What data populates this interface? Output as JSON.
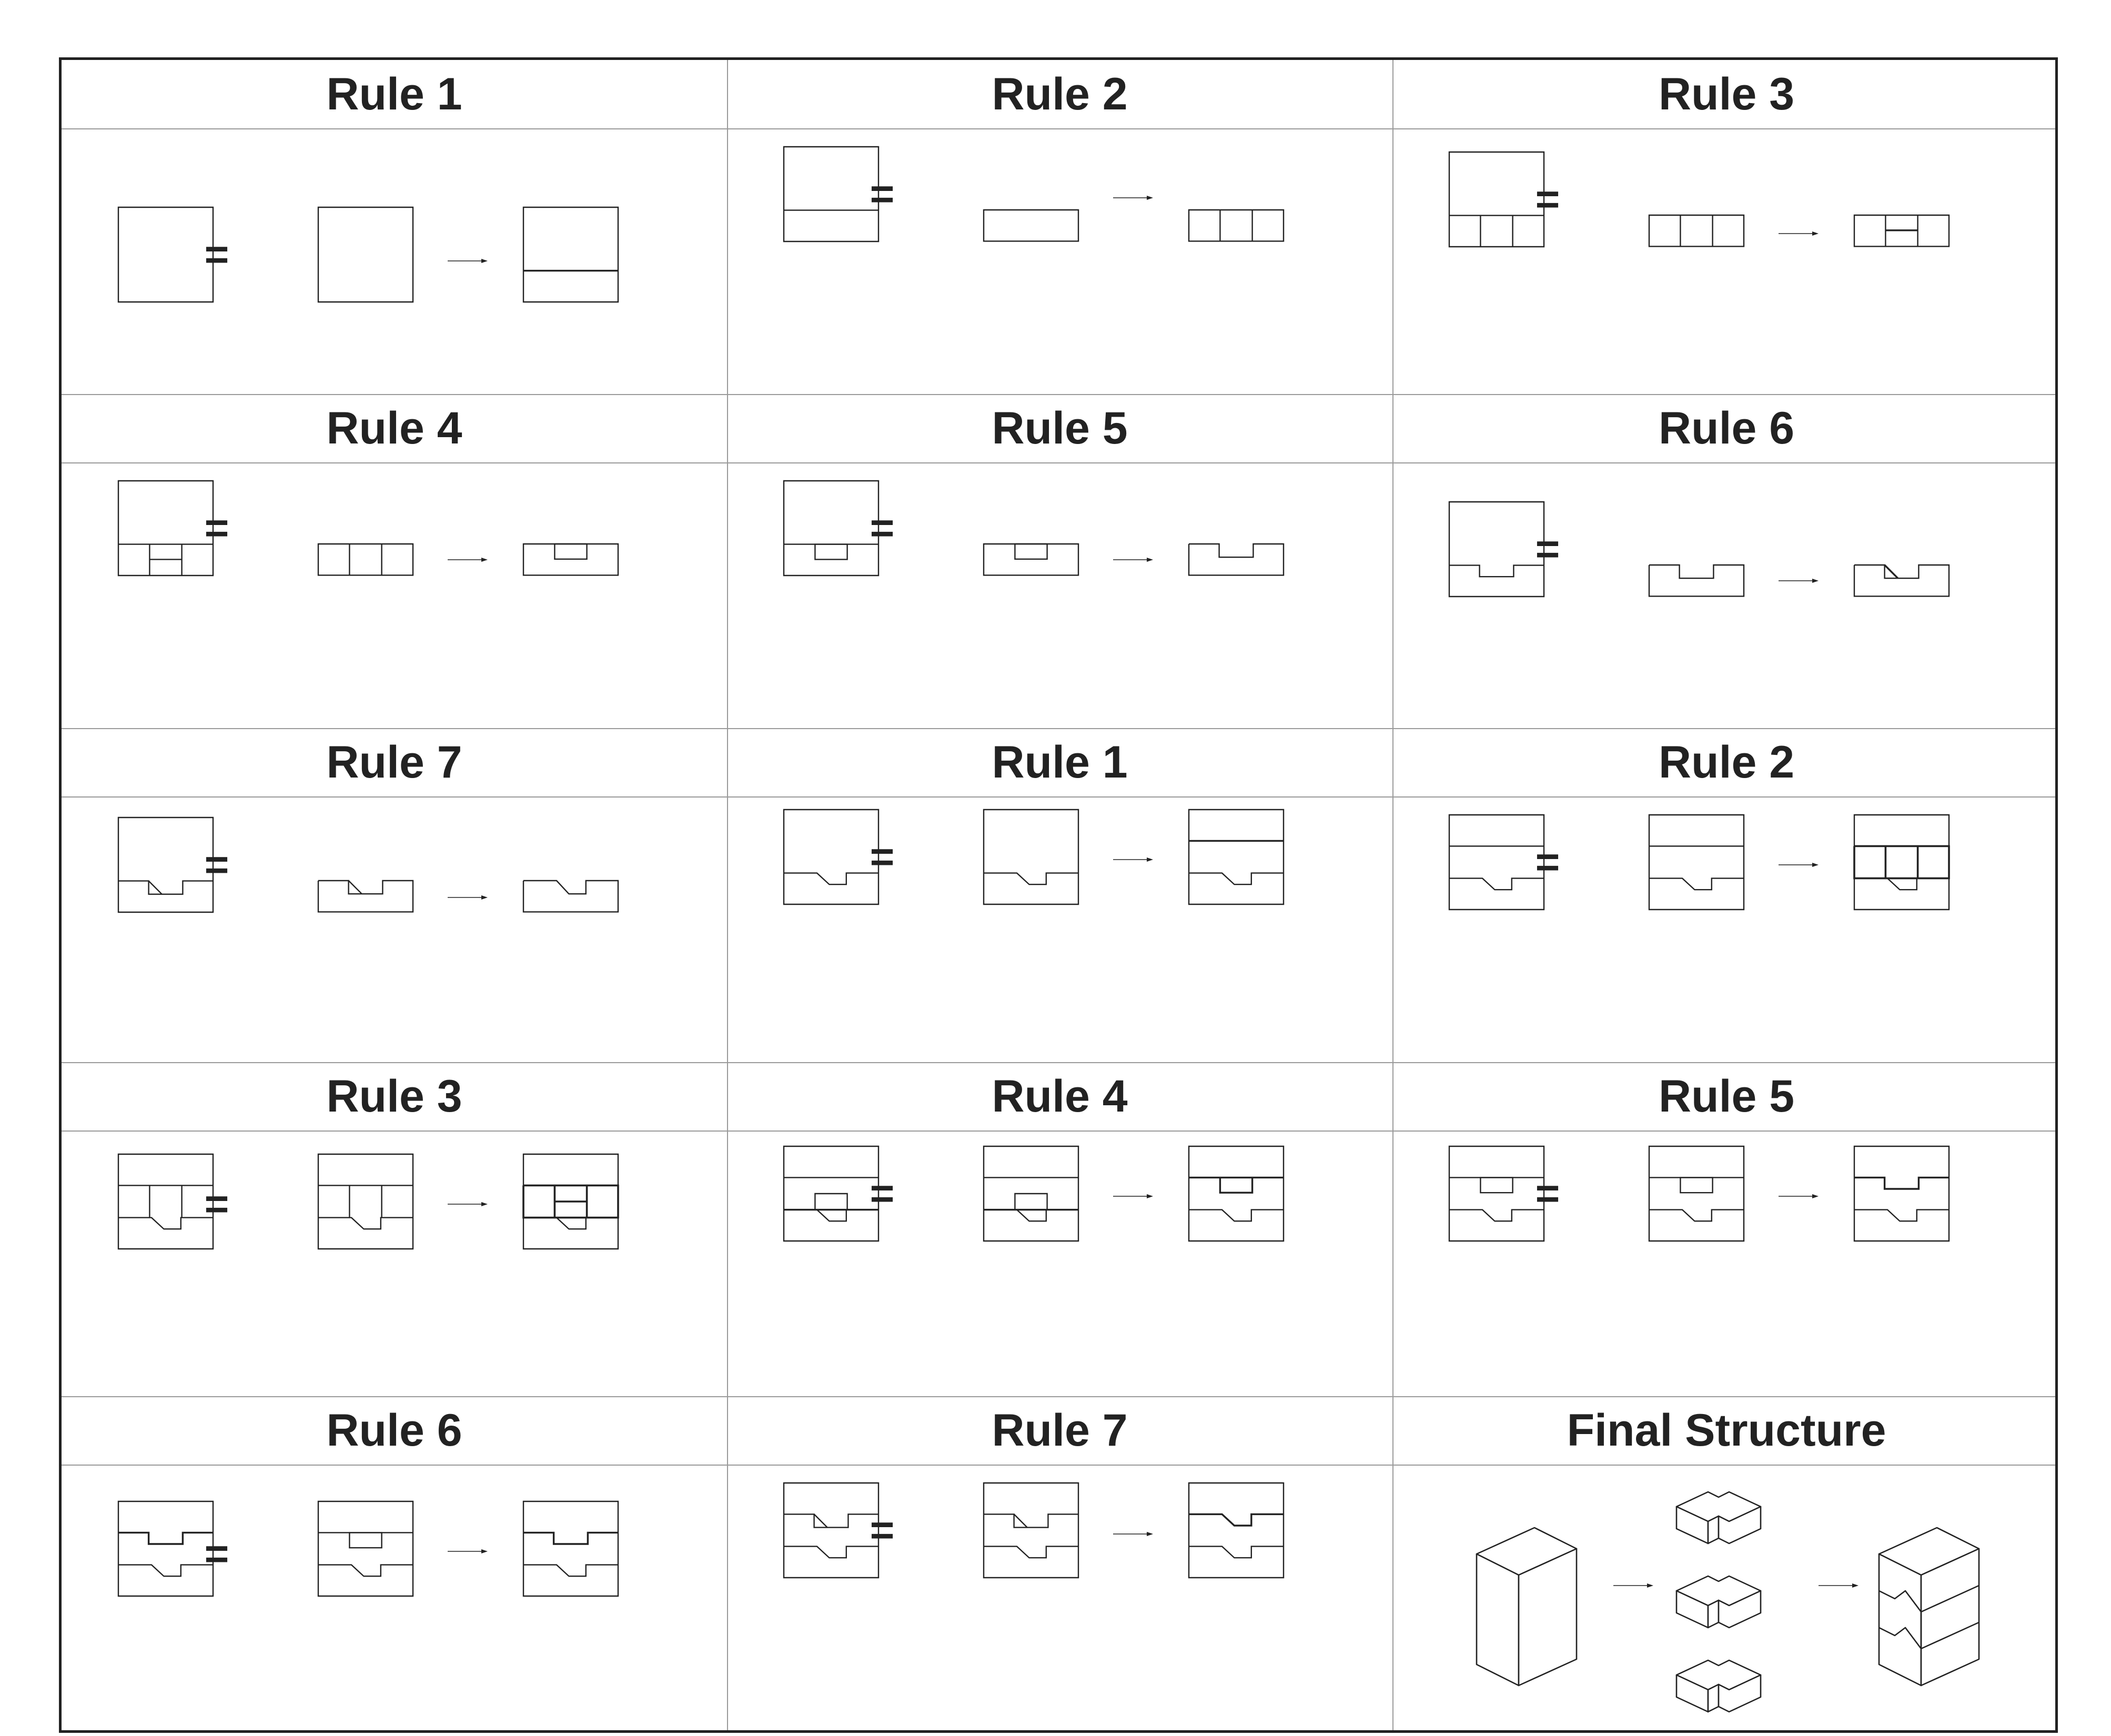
{
  "cells": [
    {
      "title": "Rule 1",
      "symbol": "="
    },
    {
      "title": "Rule 2",
      "symbol": "="
    },
    {
      "title": "Rule 3",
      "symbol": "="
    },
    {
      "title": "Rule 4",
      "symbol": "="
    },
    {
      "title": "Rule 5",
      "symbol": "="
    },
    {
      "title": "Rule 6",
      "symbol": "="
    },
    {
      "title": "Rule 7",
      "symbol": "="
    },
    {
      "title": "Rule 1",
      "symbol": "="
    },
    {
      "title": "Rule 2",
      "symbol": "="
    },
    {
      "title": "Rule 3",
      "symbol": "="
    },
    {
      "title": "Rule 4",
      "symbol": "="
    },
    {
      "title": "Rule 5",
      "symbol": "="
    },
    {
      "title": "Rule 6",
      "symbol": "="
    },
    {
      "title": "Rule 7",
      "symbol": "="
    },
    {
      "title": "Final Structure"
    }
  ],
  "colors": {
    "line": "#222222",
    "grid": "#9a9a9a"
  }
}
